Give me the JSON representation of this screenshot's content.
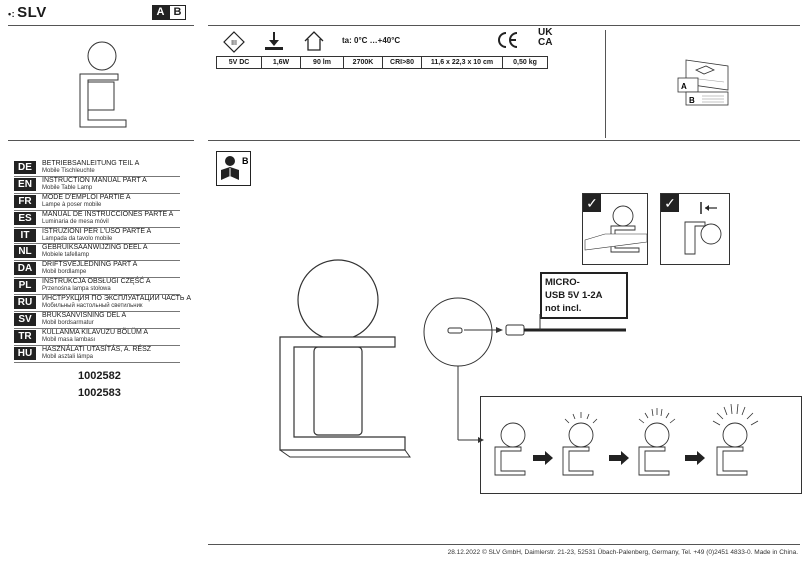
{
  "brand": {
    "name": "SLV"
  },
  "part_badge": {
    "a": "A",
    "b": "B"
  },
  "specs": {
    "temperature": "ta: 0°C …+40°C",
    "voltage": "5V DC",
    "power": "1,6W",
    "lumen": "90 lm",
    "color_temp": "2700K",
    "cri": "CRI>80",
    "dimensions": "11,6 x 22,3 x 10 cm",
    "weight": "0,50 kg"
  },
  "cert": {
    "ukca_top": "UK",
    "ukca_bottom": "CA",
    "class_mark": "III"
  },
  "languages": [
    {
      "code": "DE",
      "title": "BETRIEBSANLEITUNG TEIL A",
      "sub": "Mobile Tischleuchte"
    },
    {
      "code": "EN",
      "title": "INSTRUCTION MANUAL PART A",
      "sub": "Mobile Table Lamp"
    },
    {
      "code": "FR",
      "title": "MODE D'EMPLOI PARTIE A",
      "sub": "Lampe à poser mobile"
    },
    {
      "code": "ES",
      "title": "MANUAL DE INSTRUCCIONES PARTE A",
      "sub": "Luminaria de mesa móvil"
    },
    {
      "code": "IT",
      "title": "ISTRUZIONI PER L'USO PARTE A",
      "sub": "Lampada da tavolo mobile"
    },
    {
      "code": "NL",
      "title": "GEBRUIKSAANWIJZING DEEL A",
      "sub": "Mobiele tafellamp"
    },
    {
      "code": "DA",
      "title": "DRIFTSVEJLEDNING PART A",
      "sub": "Mobil bordlampe"
    },
    {
      "code": "PL",
      "title": "INSTRUKCJA OBSŁUGI CZĘŚĆ A",
      "sub": "Przenośna lampa stołowa"
    },
    {
      "code": "RU",
      "title": "ИНСТРУКЦИЯ ПО ЭКСПЛУАТАЦИИ ЧАСТЬ А",
      "sub": "Мобильный настольный светильник"
    },
    {
      "code": "SV",
      "title": "BRUKSANVISNING DEL A",
      "sub": "Mobil bordsarmatur"
    },
    {
      "code": "TR",
      "title": "KULLANMA KILAVUZU BÖLÜM A",
      "sub": "Mobil masa lambası"
    },
    {
      "code": "HU",
      "title": "HASZNÁLATI UTASÍTÁS, A. RÉSZ",
      "sub": "Mobil asztali lámpa"
    }
  ],
  "article_numbers": [
    "1002582",
    "1002583"
  ],
  "manual_book": {
    "a": "A",
    "b": "B"
  },
  "part_b_icon": "B",
  "charging_note": [
    "MICRO-",
    "USB 5V 1-2A",
    "not incl."
  ],
  "footer": "28.12.2022  © SLV GmbH, Daimlerstr. 21-23, 52531 Übach-Palenberg, Germany, Tel. +49 (0)2451 4833-0. Made in China."
}
